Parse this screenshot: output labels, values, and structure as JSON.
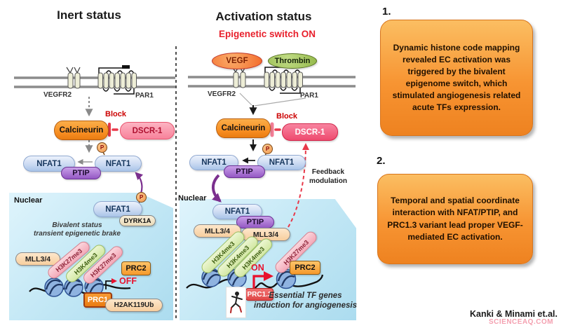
{
  "shared": {
    "p": "P",
    "nfat1": "NFAT1",
    "ptip": "PTIP",
    "mll34": "MLL3/4",
    "h3k4me3": "H3K4me3",
    "h3k27me3": "H3K27me3",
    "prc2": "PRC2",
    "nuclear": "Nuclear",
    "calcineurin": "Calcineurin",
    "block": "Block",
    "dscr1": "DSCR-1",
    "vegfr2": "VEGFR2",
    "par1": "PAR1"
  },
  "inert": {
    "title": "Inert status",
    "bivalent_line1": "Bivalent status",
    "bivalent_line2": "transient epigenetic brake",
    "dyrk1a": "DYRK1A",
    "off": "OFF",
    "prc1": "PRC1",
    "h2ak119ub": "H2AK119Ub"
  },
  "activation": {
    "title": "Activation status",
    "subtitle": "Epigenetic switch ON",
    "vegf": "VEGF",
    "thrombin": "Thrombin",
    "feedback_line1": "Feedback",
    "feedback_line2": "modulation",
    "on": "ON",
    "prc13": "PRC1.3",
    "essential_line1": "Essential TF genes",
    "essential_line2": "induction for angiogenesis"
  },
  "notes": {
    "n1_number": "1.",
    "n1_text": "Dynamic histone code mapping revealed EC activation was triggered by the bivalent epigenome switch, which stimulated angiogenesis related acute TFs expression.",
    "n2_number": "2.",
    "n2_text": "Temporal and spatial coordinate interaction with NFAT/PTIP, and PRC1.3 variant lead proper VEGF-mediated EC activation."
  },
  "footer": {
    "attribution": "Kanki & Minami et.al.",
    "watermark": "SCIENCEAQ.COM"
  },
  "colors": {
    "note_box_orange": "#F79432",
    "nuclear_blue": "#C6E9F6",
    "activation_red": "#E8202C",
    "purple_arrow": "#7B2F8E",
    "feedback_red": "#E8394A",
    "calcineurin_orange": "#F68B1F",
    "dscr1_pink": "#F0557A"
  }
}
